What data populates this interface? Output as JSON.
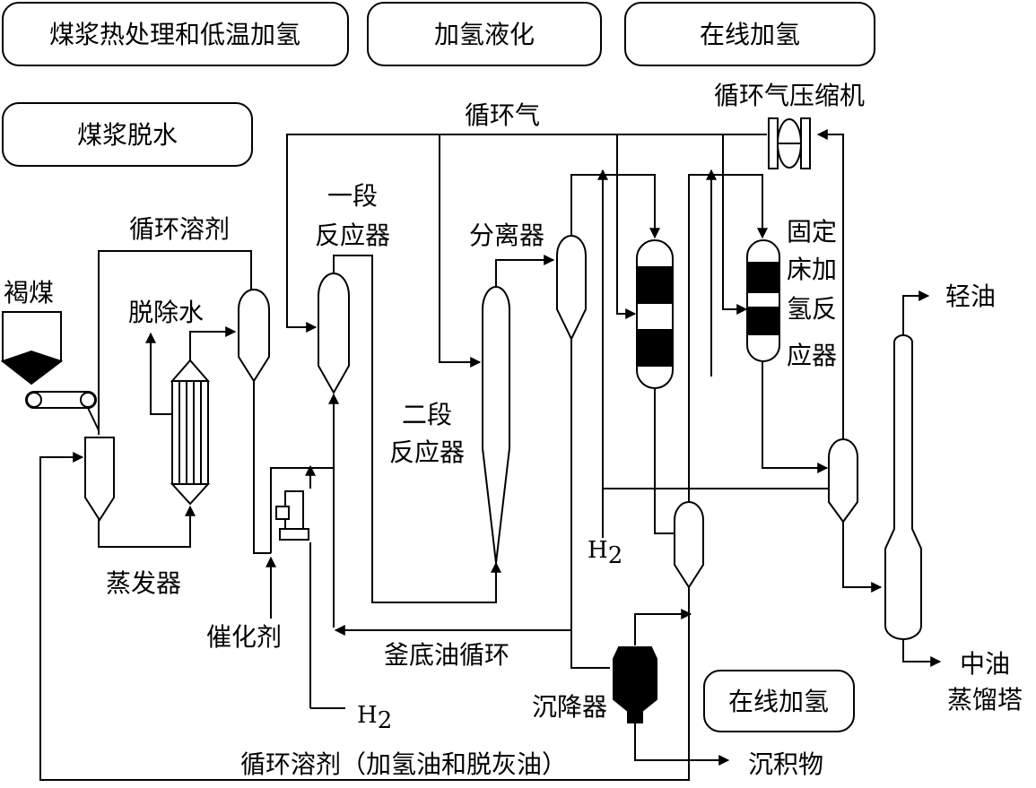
{
  "sections": {
    "pretreat": "煤浆热处理和低温加氢",
    "liquefaction": "加氢液化",
    "online_top": "在线加氢",
    "dewater": "煤浆脱水",
    "online_bottom": "在线加氢"
  },
  "labels": {
    "cycle_gas": "循环气",
    "compressor": "循环气压缩机",
    "cycle_solvent": "循环溶剂",
    "lignite": "褐煤",
    "water_removed": "脱除水",
    "evaporator": "蒸发器",
    "stage1_line1": "一段",
    "stage1_line2": "反应器",
    "separator": "分离器",
    "stage2_line1": "二段",
    "stage2_line2": "反应器",
    "fixed_bed": [
      "固定",
      "床加",
      "氢反",
      "应器"
    ],
    "light_oil": "轻油",
    "middle_oil": "中油",
    "tower": "蒸馏塔",
    "catalyst": "催化剂",
    "residue_cycle": "釜底油循环",
    "settler": "沉降器",
    "sediment": "沉积物",
    "h2_main": "H",
    "h2_main_sub": "2",
    "h2_lower": "H",
    "h2_lower_sub": "2",
    "bottom_recycle": "循环溶剂（加氢油和脱灰油）"
  }
}
